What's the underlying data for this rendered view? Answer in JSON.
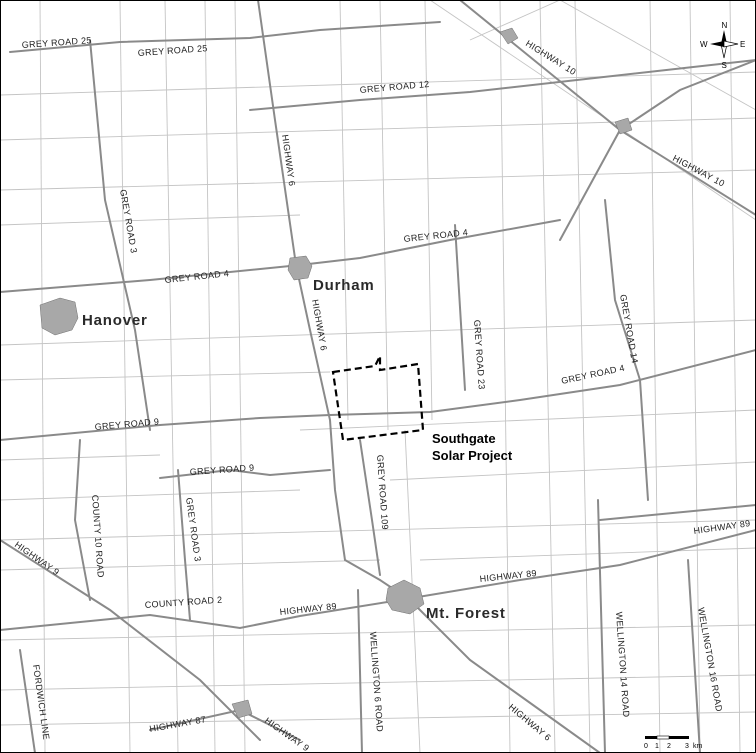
{
  "towns": {
    "hanover": "Hanover",
    "durham": "Durham",
    "mt_forest": "Mt. Forest"
  },
  "project": {
    "line1": "Southgate",
    "line2": "Solar Project"
  },
  "roads": {
    "grey_road_25_a": "GREY ROAD 25",
    "grey_road_25_b": "GREY ROAD 25",
    "grey_road_12": "GREY ROAD 12",
    "highway_10_a": "HIGHWAY 10",
    "highway_10_b": "HIGHWAY 10",
    "grey_road_3_a": "GREY ROAD 3",
    "highway_6_a": "HIGHWAY 6",
    "grey_road_4_a": "GREY ROAD 4",
    "grey_road_4_b": "GREY ROAD 4",
    "highway_6_b": "HIGHWAY 6",
    "grey_road_23": "GREY ROAD 23",
    "grey_road_14": "GREY ROAD 14",
    "grey_road_4_c": "GREY ROAD 4",
    "grey_road_9_a": "GREY ROAD 9",
    "grey_road_9_b": "GREY ROAD 9",
    "grey_road_109": "GREY ROAD 109",
    "county_10_road": "COUNTY 10 ROAD",
    "grey_road_3_b": "GREY ROAD 3",
    "highway_9": "HIGHWAY 9",
    "highway_89_a": "HIGHWAY 89",
    "highway_89_b": "HIGHWAY 89",
    "highway_89_c": "HIGHWAY 89",
    "county_road_2": "COUNTY ROAD 2",
    "wellington_6_road": "WELLINGTON 6 ROAD",
    "wellington_14_road": "WELLINGTON 14 ROAD",
    "wellington_16_road": "WELLINGTON 16 ROAD",
    "fordwich_line": "FORDWICH LINE",
    "highway_87": "HIGHWAY 87",
    "highway_9_b": "HIGHWAY 9",
    "highway_6_c": "HIGHWAY 6"
  },
  "compass": {
    "n": "N",
    "s": "S",
    "e": "E",
    "w": "W"
  },
  "scale": {
    "t0": "0",
    "t1": "1",
    "t2": "2",
    "t3": "3",
    "unit": "km"
  },
  "colors": {
    "major_road": "#8c8c8c",
    "minor_road": "#bdbdbd",
    "town_fill": "#9a9a9a",
    "project_boundary": "#000000"
  }
}
